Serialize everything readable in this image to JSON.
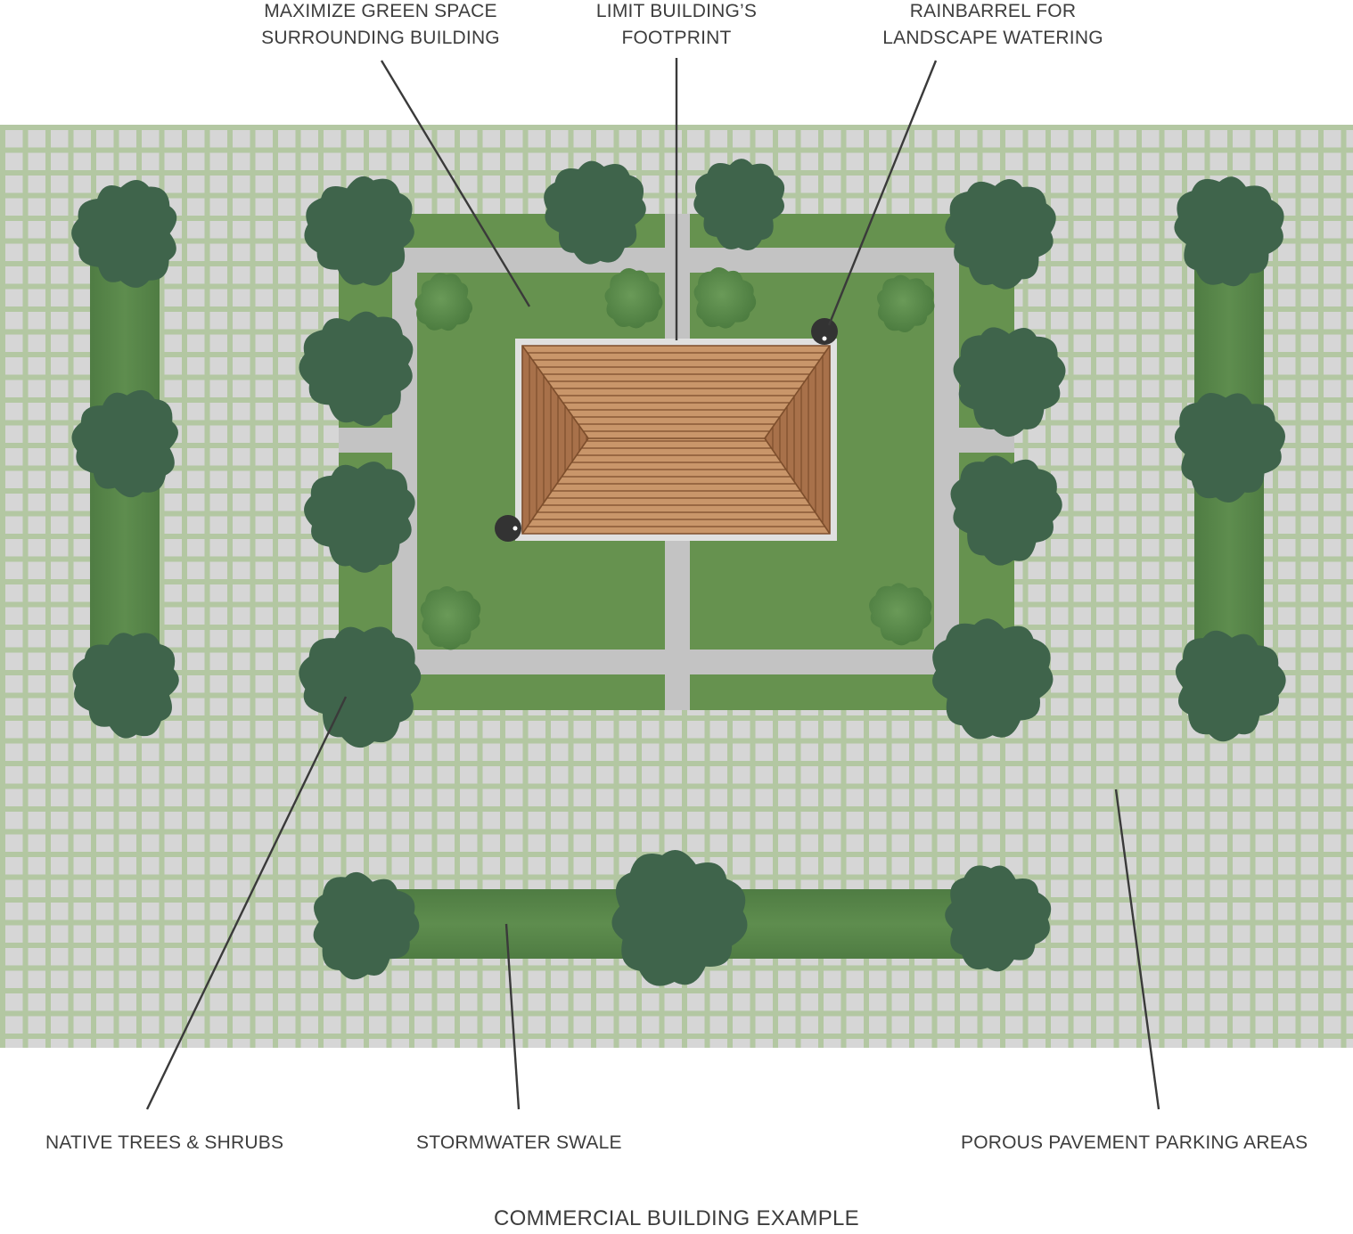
{
  "diagram": {
    "caption": "COMMERCIAL BUILDING EXAMPLE",
    "labels": {
      "green_space": [
        "MAXIMIZE GREEN SPACE",
        "SURROUNDING BUILDING"
      ],
      "footprint": [
        "LIMIT BUILDING’S",
        "FOOTPRINT"
      ],
      "rainbarrel": [
        "RAINBARREL FOR",
        "LANDSCAPE WATERING"
      ],
      "native_trees": "NATIVE TREES & SHRUBS",
      "swale": "STORMWATER SWALE",
      "porous_pavement": "POROUS PAVEMENT PARKING AREAS"
    },
    "colors": {
      "pavement_grid": "#b3c7a2",
      "pavement_block": "#d6d6d6",
      "lawn": "#66924f",
      "swale": "#578548",
      "walkway": "#c3c3c3",
      "tree": "#3f644b",
      "shrub": "#4e7e42",
      "roof_light": "#c9966a",
      "roof_dark": "#a8714a",
      "roof_line": "#7d4e2c",
      "rainbarrel": "#333333",
      "leader_line": "#3a3a3a"
    }
  }
}
